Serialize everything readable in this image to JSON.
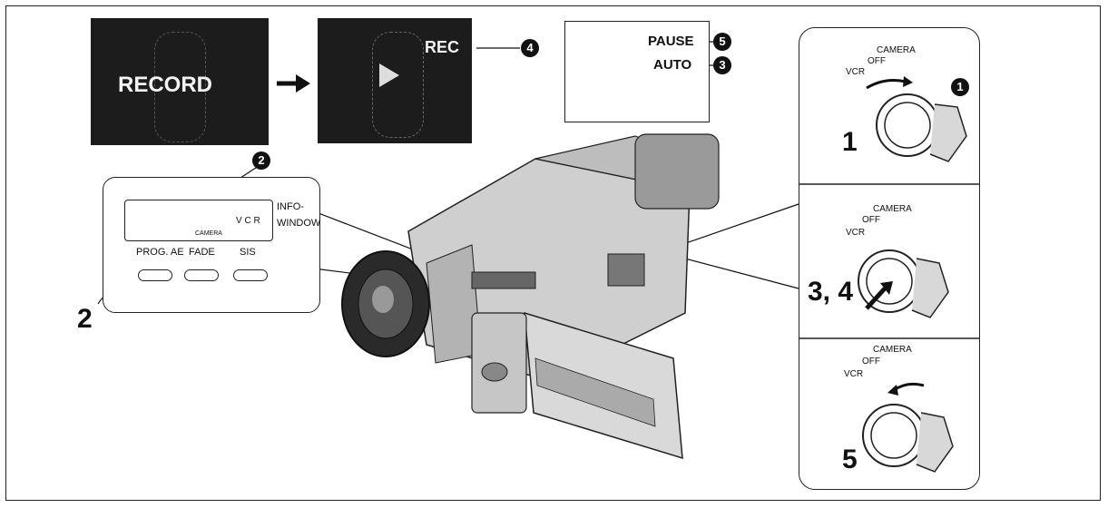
{
  "screens": {
    "first_label": "RECORD",
    "second_label": "REC"
  },
  "status_box": {
    "pause_label": "PAUSE",
    "auto_label": "AUTO"
  },
  "callouts": {
    "c1": "1",
    "c2": "2",
    "c3": "3",
    "c4": "4",
    "c5": "5"
  },
  "info_panel": {
    "info_label_line1": "INFO-",
    "info_label_line2": "WINDOW",
    "vcr_small": "V C R",
    "camera_small": "CAMERA",
    "buttons": [
      "PROG. AE",
      "FADE",
      "SIS"
    ],
    "step_label": "2"
  },
  "switch_panel": {
    "steps": [
      {
        "number": "1",
        "camera": "CAMERA",
        "off": "OFF",
        "vcr": "VCR"
      },
      {
        "number": "3, 4",
        "camera": "CAMERA",
        "off": "OFF",
        "vcr": "VCR"
      },
      {
        "number": "5",
        "camera": "CAMERA",
        "off": "OFF",
        "vcr": "VCR"
      }
    ]
  }
}
